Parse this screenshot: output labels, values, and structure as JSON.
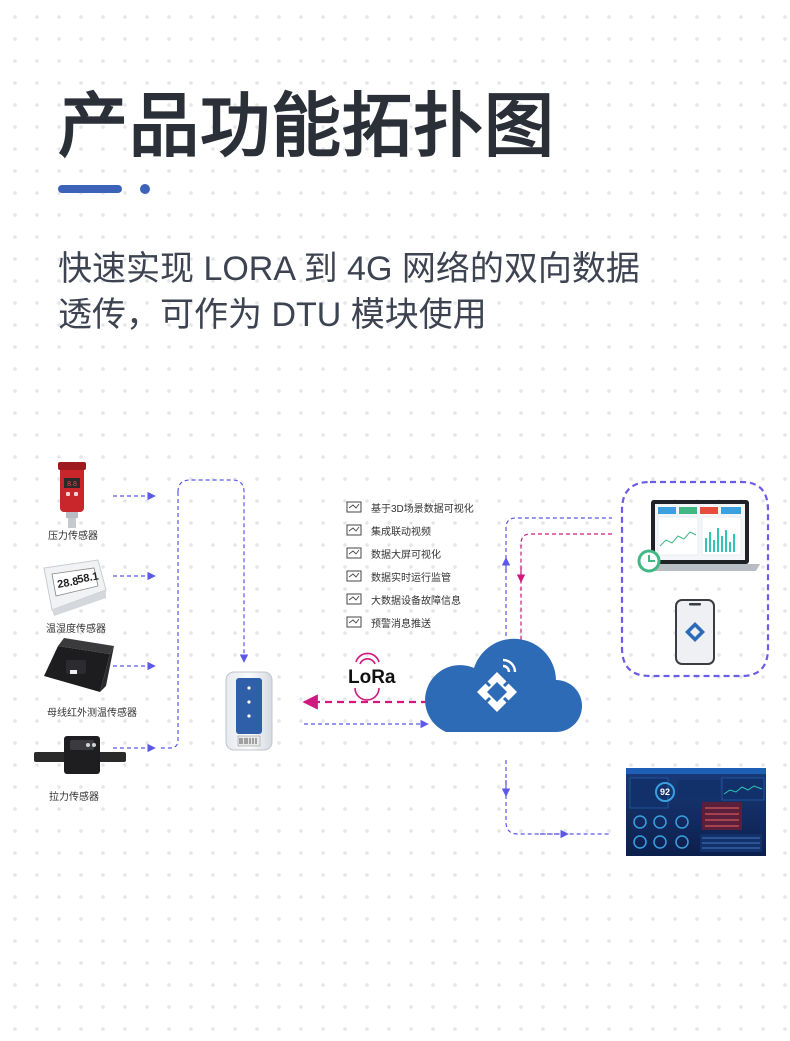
{
  "header": {
    "title": "产品功能拓扑图",
    "subtitle_line1": "快速实现 LORA 到 4G 网络的双向数据",
    "subtitle_line2": "透传，可作为 DTU 模块使用"
  },
  "sensors": [
    {
      "label": "压力传感器"
    },
    {
      "label": "温湿度传感器"
    },
    {
      "label": "母线红外测温传感器"
    },
    {
      "label": "拉力传感器"
    }
  ],
  "thermo_display": {
    "temp": "28.8",
    "humidity": "58.1"
  },
  "features": [
    {
      "label": "基于3D场景数据可视化"
    },
    {
      "label": "集成联动视频"
    },
    {
      "label": "数据大屏可视化"
    },
    {
      "label": "数据实时运行监管"
    },
    {
      "label": "大数据设备故障信息"
    },
    {
      "label": "预警消息推送"
    }
  ],
  "lora_label": "LoRa",
  "dashboard_gauge_value": "92",
  "colors": {
    "accent": "#3c63b7",
    "dashed_blue": "#5b57e8",
    "dashed_magenta": "#d0187e",
    "cloud": "#2e6bb6",
    "sensor_red": "#c8262b",
    "device_frame": "#6b5cea"
  },
  "icons": [
    "monitor-chart-icon",
    "cloud-icon",
    "lora-logo",
    "phone-app-icon"
  ]
}
